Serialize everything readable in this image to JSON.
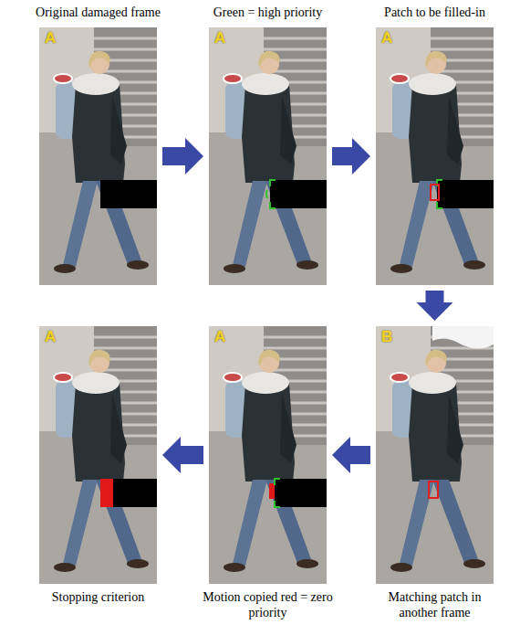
{
  "diagram": {
    "nodes": [
      {
        "text": [
          "Original damaged frame",
          "A"
        ]
      },
      {
        "text": [
          "Green = high priority",
          "A"
        ]
      },
      {
        "text": [
          "Patch to be filled-in",
          "A"
        ]
      },
      {
        "text": [
          "A",
          "Stopping criterion"
        ]
      },
      {
        "text": [
          "A",
          "Motion copied red = zero priority"
        ]
      },
      {
        "text": [
          "B",
          "Matching patch in another frame"
        ]
      }
    ],
    "edges": [
      {
        "from": 0,
        "to": 1,
        "arrow": "to"
      },
      {
        "from": 1,
        "to": 2,
        "arrow": "to"
      },
      {
        "from": 2,
        "to": 5,
        "arrow": "to"
      },
      {
        "from": 5,
        "to": 4,
        "arrow": "to"
      },
      {
        "from": 4,
        "to": 3,
        "arrow": "to"
      }
    ]
  }
}
